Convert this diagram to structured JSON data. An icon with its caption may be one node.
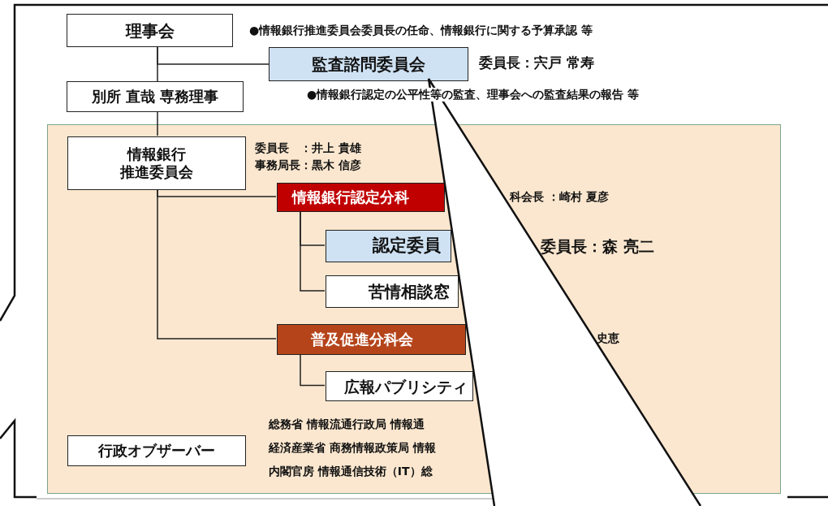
{
  "diagram": {
    "nodes": [
      {
        "text": [
          "理事会"
        ],
        "beside": [
          "●情報銀行推進委員会委員長の任命、情報銀行に関する予算承認 等"
        ]
      },
      {
        "text": [
          "監査諮問委員会"
        ],
        "beside": [
          "委員長：宍戸 常寿",
          "●情報銀行認定の公平性等の監査、理事会への監査結果の報告 等"
        ]
      },
      {
        "text": [
          "別所 直哉 専務理事"
        ]
      },
      {
        "text": [],
        "shape": "box"
      },
      {
        "text": [
          "情報銀行推進委員会"
        ],
        "in": 3,
        "beside": [
          "委員長　：井上 貴雄",
          "事務局長：黒木 信彦"
        ]
      },
      {
        "text": [
          "情報銀行認定分科"
        ],
        "in": 3
      },
      {
        "text": [
          "認定委員"
        ],
        "in": 3
      },
      {
        "text": [
          "苦情相談窓"
        ],
        "in": 3
      },
      {
        "text": [
          "普及促進分科会"
        ],
        "in": 3
      },
      {
        "text": [
          "広報パブリシティ"
        ],
        "in": 3
      },
      {
        "text": [
          "行政オブザーバー"
        ],
        "in": 3,
        "beside": [
          "総務省  情報流通行政局  情報通",
          "経済産業省  商務情報政策局  情報",
          "内閣官房  情報通信技術（IT）総"
        ]
      }
    ],
    "edges": [
      {
        "from": 0,
        "to": 1,
        "arrow": "none"
      },
      {
        "from": 0,
        "to": 2,
        "arrow": "none"
      },
      {
        "from": 2,
        "to": 4,
        "arrow": "none"
      },
      {
        "from": 4,
        "to": 5,
        "arrow": "none"
      },
      {
        "from": 5,
        "to": 6,
        "arrow": "none"
      },
      {
        "from": 5,
        "to": 7,
        "arrow": "none"
      },
      {
        "from": 4,
        "to": 8,
        "arrow": "none"
      },
      {
        "from": 8,
        "to": 9,
        "arrow": "none"
      }
    ],
    "labels": [
      "科会長 ：崎村 夏彦",
      "委員長：森 亮二",
      "史恵"
    ]
  }
}
